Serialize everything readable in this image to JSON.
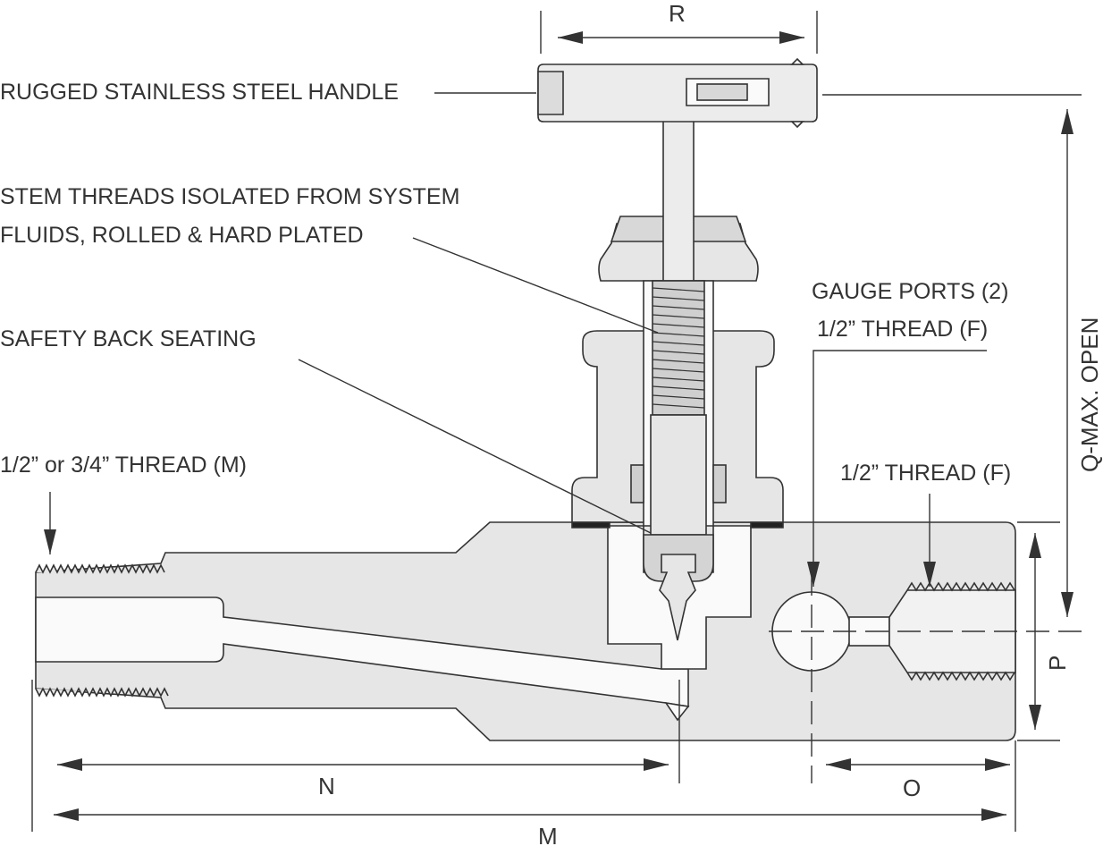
{
  "callouts": {
    "handle": "RUGGED STAINLESS STEEL HANDLE",
    "stem_threads_line1": "STEM THREADS ISOLATED FROM SYSTEM",
    "stem_threads_line2": "FLUIDS, ROLLED & HARD PLATED",
    "back_seating": "SAFETY BACK SEATING",
    "inlet_thread": "1/2” or 3/4” THREAD (M)",
    "gauge_ports_line1": "GAUGE PORTS (2)",
    "gauge_ports_line2": "1/2” THREAD (F)",
    "outlet_thread": "1/2” THREAD (F)"
  },
  "dimensions": {
    "handle_width": "R",
    "height_open": "Q-MAX. OPEN",
    "body_height": "P",
    "inlet_to_center": "N",
    "outlet_length": "O",
    "overall_length": "M"
  },
  "colors": {
    "line": "#333333",
    "body_fill": "#e6e6e6",
    "part_fill": "#f2f2f2",
    "cavity_fill": "#fafafa",
    "shadow": "#c8c8c8"
  }
}
